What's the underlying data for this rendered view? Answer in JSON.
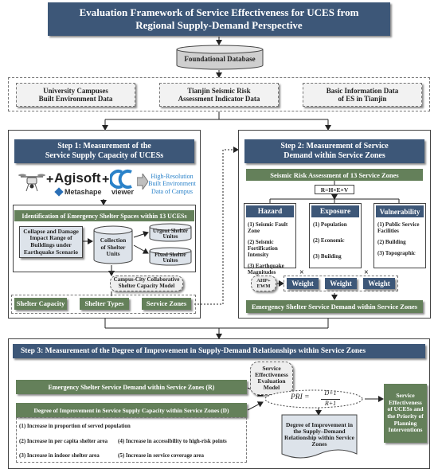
{
  "title": {
    "line1": "Evaluation Framework of Service Effectiveness for UCES from",
    "line2": "Regional Supply-Demand Perspective"
  },
  "database": "Foundational Database",
  "data_sources": [
    {
      "line1": "University Campuses",
      "line2": "Built Environment Data"
    },
    {
      "line1": "Tianjin Seismic Risk",
      "line2": "Assessment Indicator Data"
    },
    {
      "line1": "Basic Information Data",
      "line2": "of ES in Tianjin"
    }
  ],
  "step1": {
    "title1": "Step 1:   Measurement of the",
    "title2": "Service Supply Capacity of UCESs",
    "agisoft": "Agisoft",
    "metashape": "Metashape",
    "cc_viewer": "viewer",
    "plus": "+",
    "hires": [
      "High-Resolution",
      "Built Environment",
      "Data of Campus"
    ],
    "identification": "Identification of Emergency Shelter Spaces within 13 UCESs",
    "collapse": [
      "Collapse and Damage",
      "Impact Range of",
      "Buildings under",
      "Earthquake Scenario"
    ],
    "collection": [
      "Collection",
      "of Shelter",
      "Units"
    ],
    "urgent": [
      "Urgent Shelter",
      "Unites"
    ],
    "fixed": [
      "Fixed Shelter",
      "Unites"
    ],
    "model": [
      "Campus-City Collaborative",
      "Shelter Capacity Model"
    ],
    "outputs": [
      "Shelter Capacity",
      "Shelter Types",
      "Service Zones"
    ]
  },
  "step2": {
    "title1": "Step 2:   Measurement of Service",
    "title2": "Demand within Service Zones",
    "assessment": "Seismic Risk Assessment of 13 Service Zones",
    "formula": "R=H×E×V",
    "columns": [
      {
        "name": "Hazard",
        "items": [
          "(1) Seismic Fault Zone",
          "(2) Seismic Fortification Intensity",
          "(3) Earthquake Magnitudes"
        ]
      },
      {
        "name": "Exposure",
        "items": [
          "(1) Population",
          "(2) Economic",
          "(3) Building"
        ]
      },
      {
        "name": "Vulnerability",
        "items": [
          "(1) Public Service Facilities",
          "(2) Building",
          "(3) Topographic"
        ]
      }
    ],
    "method": [
      "AHP+",
      "EWM"
    ],
    "weight": "Weight",
    "times": "×",
    "result": "Emergency Shelter Service Demand within Service Zones"
  },
  "step3": {
    "title": "Step 3:   Measurement of the Degree of Improvement in Supply-Demand Relationships within Service Zones",
    "demand": "Emergency Shelter Service Demand within Service Zones (R)",
    "supply": "Degree of Improvement in Service Supply Capacity within Service Zones (D)",
    "eval_model": [
      "Service",
      "Effectiveness",
      "Evaluation",
      "Model"
    ],
    "pri_lhs": "PRI =",
    "pri_num": "D+1",
    "pri_den": "R+1",
    "items": [
      "(1) Increase in proportion of served population",
      "(2) Increase in per capita shelter area",
      "(3) Increase in indoor shelter area",
      "(4) Increase in accessibility to high-risk points",
      "(5) Increase in service coverage area"
    ],
    "doc": [
      "Degree of Improvement in",
      "the Supply–Demand",
      "Relationship within Service",
      "Zones"
    ],
    "final": [
      "Service",
      "Effectiveness",
      "of UCESs and",
      "the Priority of",
      "Planning",
      "Interventions"
    ]
  }
}
